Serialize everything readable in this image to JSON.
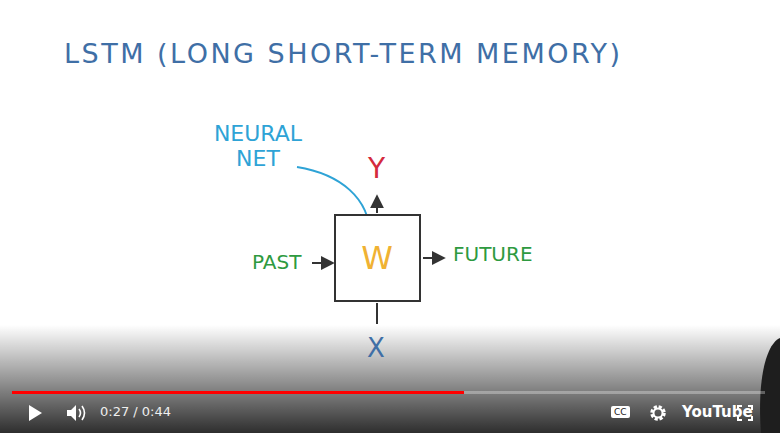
{
  "diagram": {
    "title": "LSTM (LONG SHORT-TERM MEMORY)",
    "nodes": [
      {
        "text": [
          "W"
        ]
      }
    ],
    "labels": [
      "NEURAL NET",
      "Y",
      "PAST",
      "FUTURE",
      "X",
      "0:27 / 0:44",
      "CC",
      "YouTube"
    ]
  }
}
